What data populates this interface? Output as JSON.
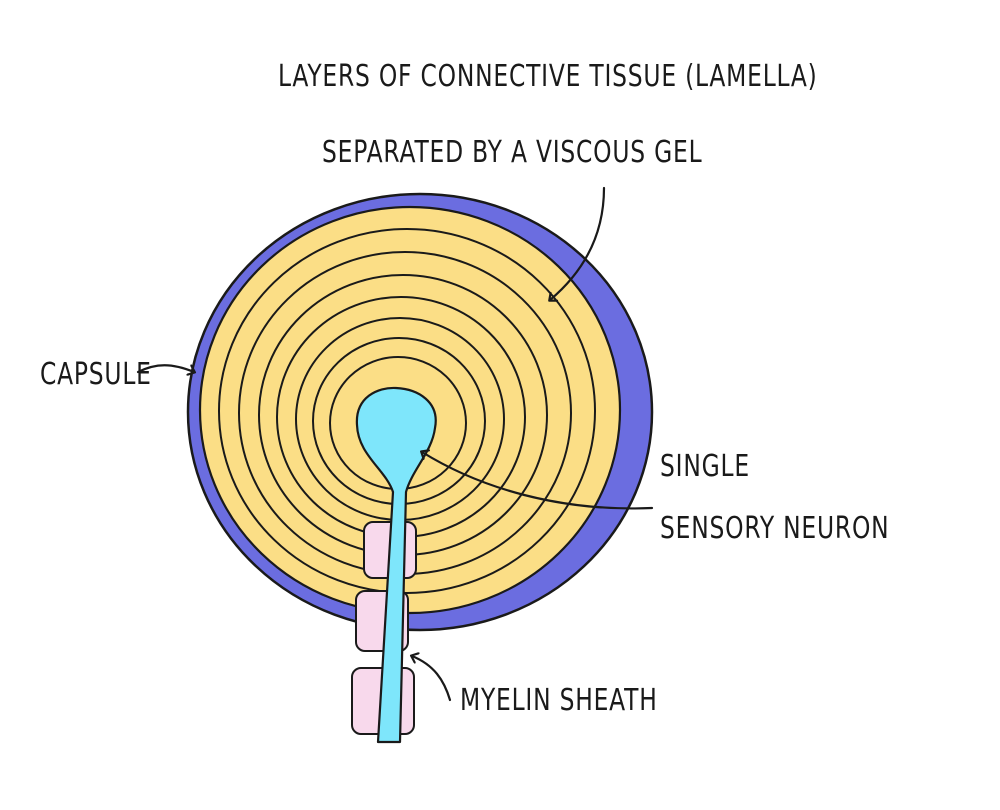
{
  "labels": {
    "lamella_line1": "Layers of connective tissue (lamella)",
    "lamella_line2": "separated by a viscous gel",
    "capsule": "Capsule",
    "neuron_line1": "Single",
    "neuron_line2": "Sensory neuron",
    "myelin": "Myelin sheath"
  },
  "colors": {
    "capsule": "#6b6de0",
    "lamella_fill": "#fbde86",
    "neuron": "#7ee6fb",
    "myelin": "#f8d9ec",
    "outline": "#1a1a1a"
  }
}
